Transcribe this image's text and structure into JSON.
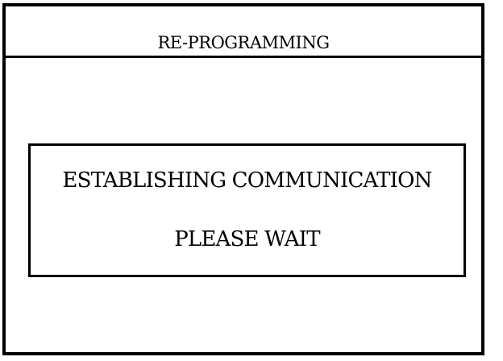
{
  "header": {
    "title": "RE-PROGRAMMING"
  },
  "dialog": {
    "status_line": "ESTABLISHING COMMUNICATION",
    "wait_line": "PLEASE WAIT"
  },
  "colors": {
    "background": "#ffffff",
    "foreground": "#000000"
  }
}
